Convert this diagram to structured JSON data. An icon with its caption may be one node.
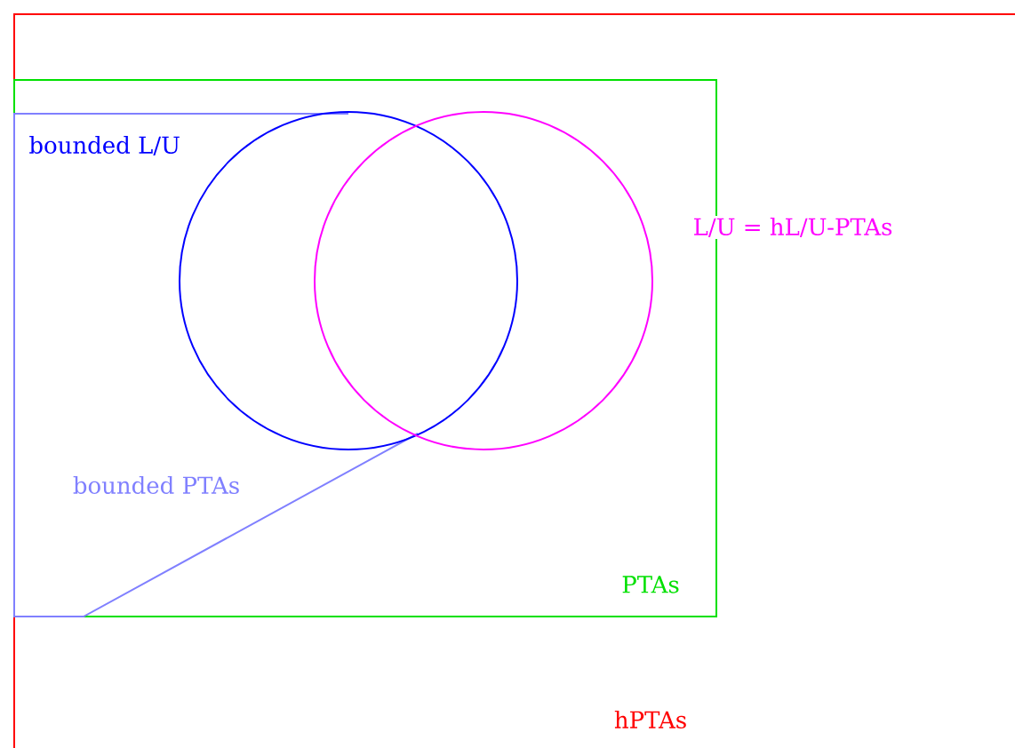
{
  "diagram": {
    "nodes": [
      {
        "text": [
          "hPTAs"
        ]
      },
      {
        "text": [
          "PTAs"
        ],
        "in": 0
      },
      {
        "text": [
          "bounded PTAs"
        ],
        "in": 1
      },
      {
        "text": [
          "bounded L/U"
        ],
        "in": 1
      },
      {
        "text": [
          "L/U = hL/U-PTAs"
        ],
        "in": 1
      }
    ]
  }
}
